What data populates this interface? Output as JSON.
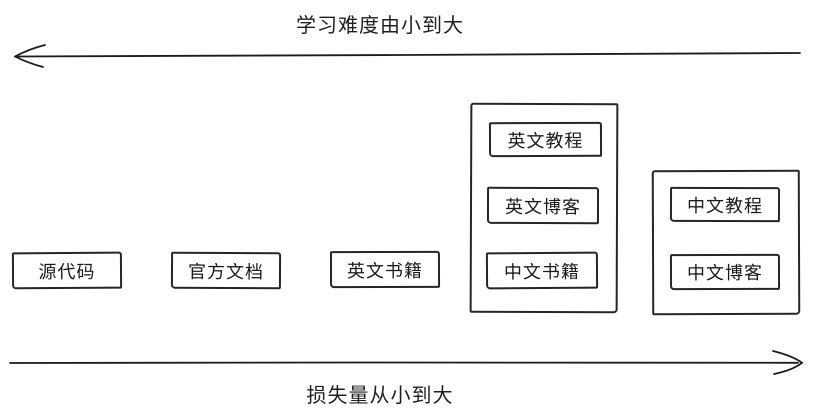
{
  "diagram": {
    "top_axis": {
      "label": "学习难度由小到大",
      "direction": "left"
    },
    "bottom_axis": {
      "label": "损失量从小到大",
      "direction": "right"
    },
    "standalone_boxes": [
      {
        "label": "源代码"
      },
      {
        "label": "官方文档"
      },
      {
        "label": "英文书籍"
      }
    ],
    "groups": [
      {
        "name": "english-resources-group",
        "items": [
          {
            "label": "英文教程"
          },
          {
            "label": "英文博客"
          },
          {
            "label": "中文书籍"
          }
        ]
      },
      {
        "name": "chinese-resources-group",
        "items": [
          {
            "label": "中文教程"
          },
          {
            "label": "中文博客"
          }
        ]
      }
    ],
    "colors": {
      "stroke": "#262626",
      "text": "#1a1a1a",
      "background": "#ffffff"
    }
  }
}
